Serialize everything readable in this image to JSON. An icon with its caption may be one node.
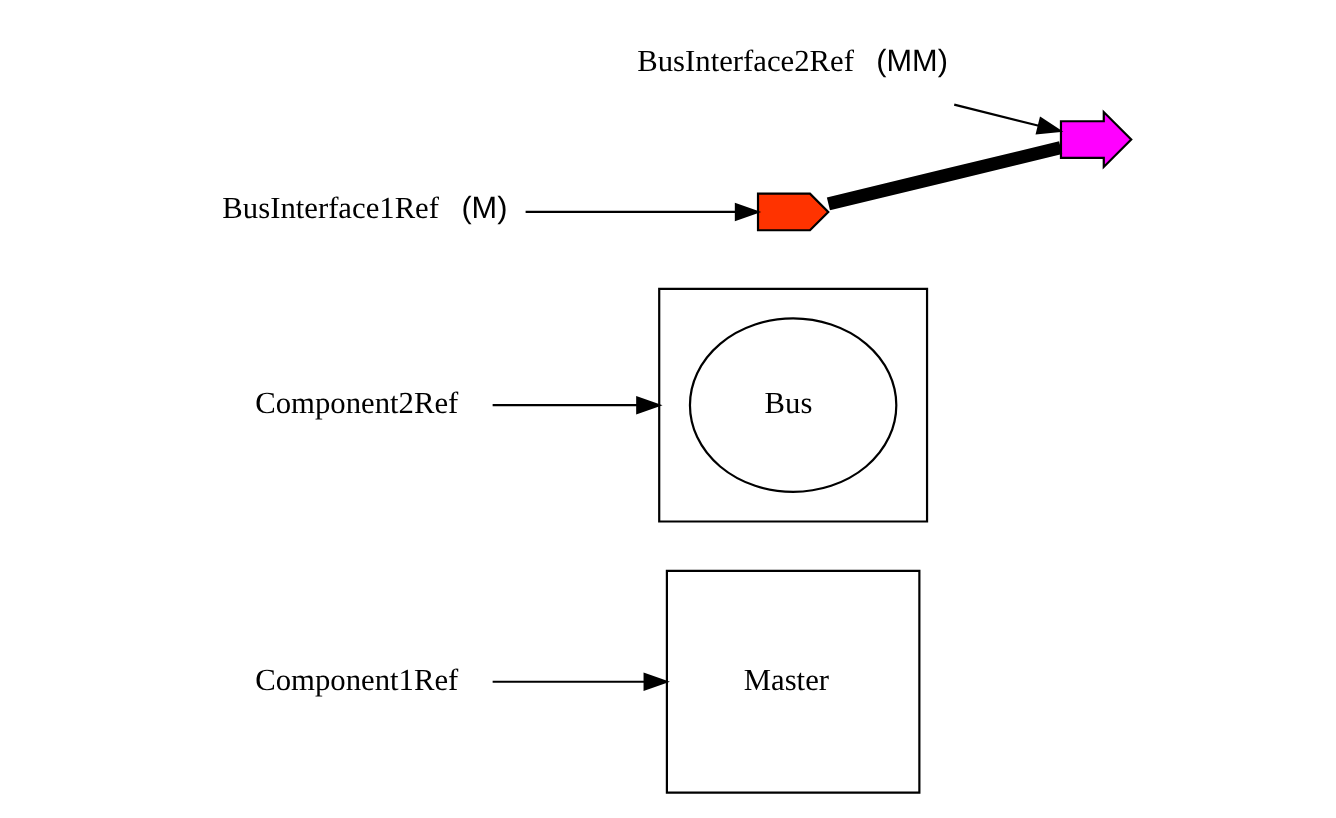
{
  "diagram": {
    "nodes": [
      {
        "text": [
          "Master"
        ]
      },
      {
        "text": [],
        "shape": "box"
      },
      {
        "text": [
          "Bus"
        ],
        "in": 1
      },
      {
        "text": [],
        "shape": "pentagon"
      },
      {
        "text": [],
        "shape": "chevron"
      },
      {
        "text": [
          "*BusInterface1Ref* (M)"
        ]
      },
      {
        "text": [
          "*Component2Ref*"
        ]
      },
      {
        "text": [
          "*BusInterface2Ref* (MM)"
        ]
      },
      {
        "text": [
          "*Component1Ref*"
        ]
      }
    ],
    "edges": [
      {
        "from": 3,
        "to": 4,
        "arrow": "none",
        "style": "thick"
      },
      {
        "from": 5,
        "to": 3,
        "arrow": "to"
      },
      {
        "from": 6,
        "to": 1,
        "arrow": "to"
      },
      {
        "from": 7,
        "to": 4,
        "arrow": "to"
      },
      {
        "from": 8,
        "to": 0,
        "arrow": "to"
      }
    ]
  }
}
